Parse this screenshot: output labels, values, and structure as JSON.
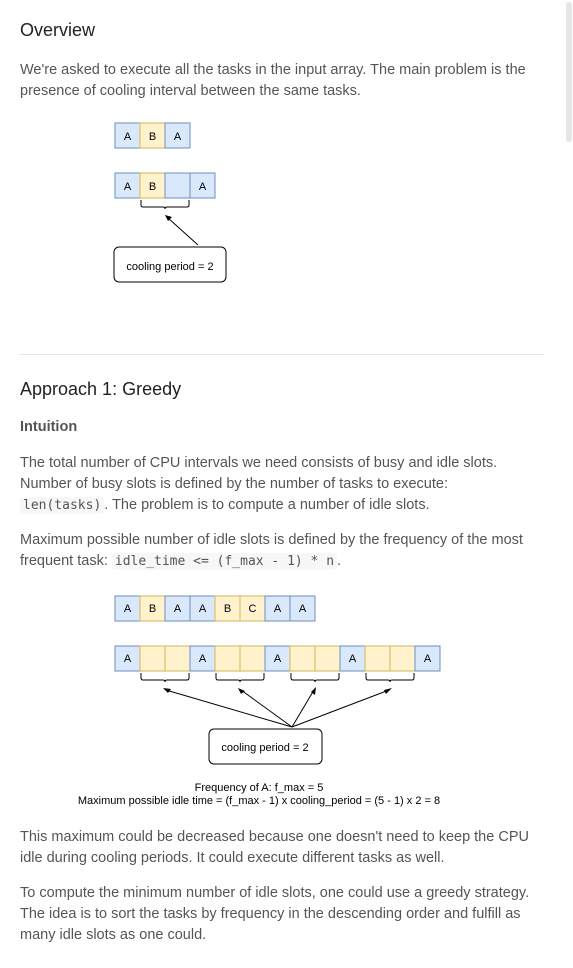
{
  "overview": {
    "title": "Overview",
    "text": "We're asked to execute all the tasks in the input array. The main problem is the presence of cooling interval between the same tasks."
  },
  "diagram1": {
    "row1": [
      "A",
      "B",
      "A"
    ],
    "row2": [
      "A",
      "B",
      "",
      "A"
    ],
    "label": "cooling period = 2"
  },
  "approach1": {
    "title": "Approach 1: Greedy",
    "intuition": "Intuition",
    "p1_a": "The total number of CPU intervals we need consists of busy and idle slots. Number of busy slots is defined by the number of tasks to execute: ",
    "p1_code": "len(tasks)",
    "p1_b": ". The problem is to compute a number of idle slots.",
    "p2_a": "Maximum possible number of idle slots is defined by the frequency of the most frequent task: ",
    "p2_code": "idle_time <= (f_max - 1) * n",
    "p2_b": ".",
    "p3": "This maximum could be decreased because one doesn't need to keep the CPU idle during cooling periods. It could execute different tasks as well.",
    "p4": "To compute the minimum number of idle slots, one could use a greedy strategy. The idea is to sort the tasks by frequency in the descending order and fulfill as many idle slots as one could."
  },
  "diagram2": {
    "row1": [
      "A",
      "B",
      "A",
      "A",
      "B",
      "C",
      "A",
      "A"
    ],
    "row2": [
      "A",
      "",
      "",
      "A",
      "",
      "",
      "A",
      "",
      "",
      "A",
      "",
      "",
      "A"
    ],
    "label": "cooling period = 2",
    "caption1": "Frequency of A: f_max = 5",
    "caption2": "Maximum possible idle time = (f_max - 1) x cooling_period = (5 - 1) x 2 = 8"
  },
  "colors": {
    "cell_a": "#dae8fc",
    "cell_a_border": "#6c8ebf",
    "cell_b": "#fff2cc",
    "cell_b_border": "#d6b656"
  }
}
